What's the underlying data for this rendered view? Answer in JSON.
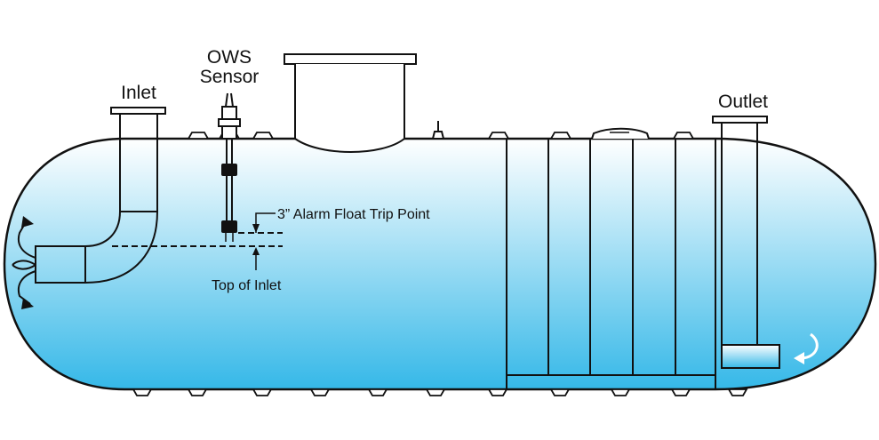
{
  "labels": {
    "inlet": "Inlet",
    "ows_sensor_line1": "OWS",
    "ows_sensor_line2": "Sensor",
    "outlet": "Outlet",
    "alarm_trip": "3” Alarm Float Trip Point",
    "top_of_inlet": "Top of Inlet"
  },
  "colors": {
    "water_top": "#ffffff",
    "water_bottom": "#35b8e8",
    "outline": "#111111",
    "float": "#111111"
  }
}
